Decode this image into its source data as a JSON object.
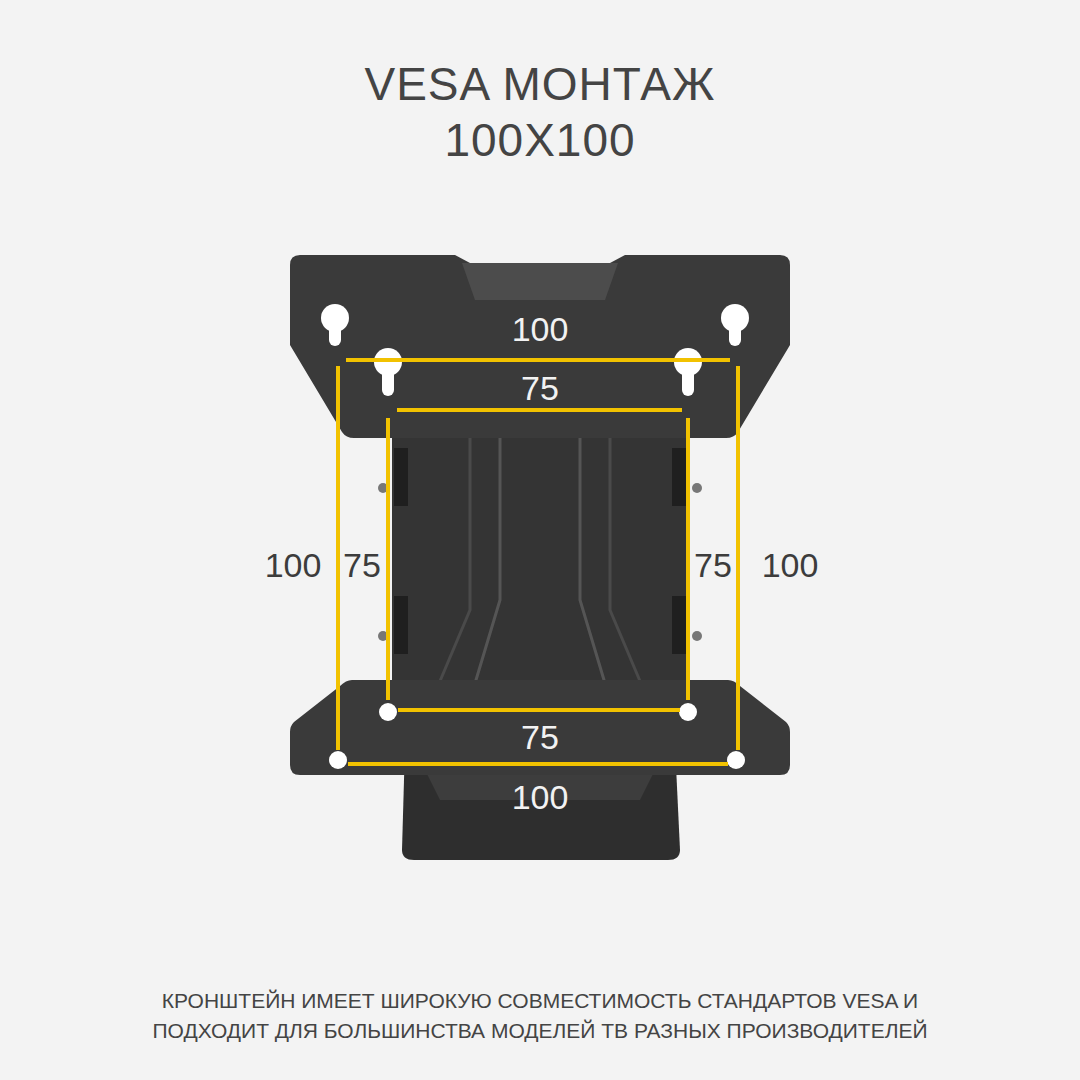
{
  "diagram": {
    "title": "VESA МОНТАЖ 100X100",
    "caption": "КРОНШТЕЙН ИМЕЕТ ШИРОКУЮ СОВМЕСТИМОСТЬ СТАНДАРТОВ VESA И ПОДХОДИТ ДЛЯ БОЛЬШИНСТВА МОДЕЛЕЙ ТВ РАЗНЫХ ПРОИЗВОДИТЕЛЕЙ",
    "labels": [
      "100",
      "75",
      "100",
      "75",
      "75",
      "100",
      "75",
      "100"
    ]
  }
}
